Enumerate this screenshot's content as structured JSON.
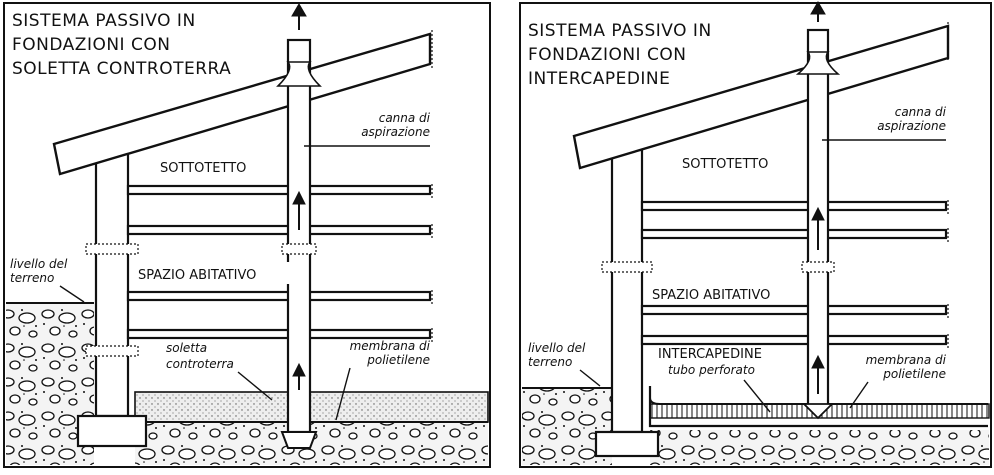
{
  "left": {
    "title": [
      "SISTEMA PASSIVO IN",
      "FONDAZIONI CON",
      "SOLETTA CONTROTERRA"
    ],
    "label_canna": [
      "canna di",
      "aspirazione"
    ],
    "label_sottotetto": "SOTTOTETTO",
    "label_spazio": "SPAZIO ABITATIVO",
    "label_livello": [
      "livello del",
      "terreno"
    ],
    "label_soletta": [
      "soletta",
      "controterra"
    ],
    "label_membrana": [
      "membrana di",
      "polietilene"
    ]
  },
  "right": {
    "title": [
      "SISTEMA PASSIVO IN",
      "FONDAZIONI CON",
      "INTERCAPEDINE"
    ],
    "label_canna": [
      "canna di",
      "aspirazione"
    ],
    "label_sottotetto": "SOTTOTETTO",
    "label_spazio": "SPAZIO ABITATIVO",
    "label_livello": [
      "livello del",
      "terreno"
    ],
    "label_intercapedine": [
      "INTERCAPEDINE",
      "tubo perforato"
    ],
    "label_membrana": [
      "membrana di",
      "polietilene"
    ]
  }
}
